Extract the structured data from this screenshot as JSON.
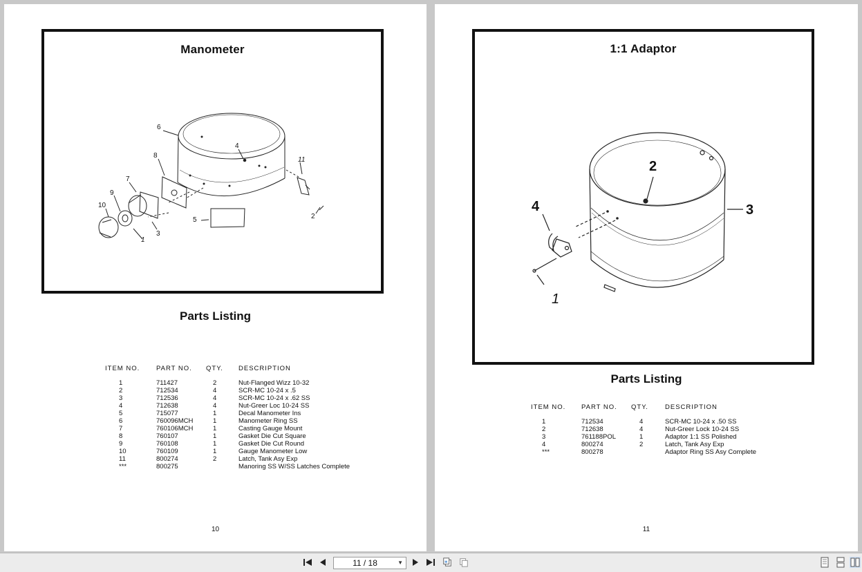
{
  "left_page": {
    "frame_title": "Manometer",
    "parts_title": "Parts Listing",
    "headers": [
      "ITEM NO.",
      "PART NO.",
      "QTY.",
      "DESCRIPTION"
    ],
    "rows": [
      {
        "item": "1",
        "part": "711427",
        "qty": "2",
        "desc": "Nut-Flanged Wizz 10-32"
      },
      {
        "item": "2",
        "part": "712534",
        "qty": "4",
        "desc": "SCR-MC 10-24 x .5"
      },
      {
        "item": "3",
        "part": "712536",
        "qty": "4",
        "desc": "SCR-MC 10-24 x .62 SS"
      },
      {
        "item": "4",
        "part": "712638",
        "qty": "4",
        "desc": "Nut-Greer Loc 10-24 SS"
      },
      {
        "item": "5",
        "part": "715077",
        "qty": "1",
        "desc": "Decal Manometer Ins"
      },
      {
        "item": "6",
        "part": "760096MCH",
        "qty": "1",
        "desc": "Manometer Ring SS"
      },
      {
        "item": "7",
        "part": "760106MCH",
        "qty": "1",
        "desc": "Casting Gauge Mount"
      },
      {
        "item": "8",
        "part": "760107",
        "qty": "1",
        "desc": "Gasket Die Cut Square"
      },
      {
        "item": "9",
        "part": "760108",
        "qty": "1",
        "desc": "Gasket Die Cut Round"
      },
      {
        "item": "10",
        "part": "760109",
        "qty": "1",
        "desc": "Gauge Manometer Low"
      },
      {
        "item": "11",
        "part": "800274",
        "qty": "2",
        "desc": "Latch, Tank Asy Exp"
      },
      {
        "item": "***",
        "part": "800275",
        "qty": "",
        "desc": "Manoring SS W/SS Latches Complete"
      }
    ],
    "page_number": "10",
    "callouts": {
      "c1": "1",
      "c2": "2",
      "c3": "3",
      "c4": "4",
      "c5": "5",
      "c6": "6",
      "c7": "7",
      "c8": "8",
      "c9": "9",
      "c10": "10",
      "c11": "11"
    }
  },
  "right_page": {
    "frame_title": "1:1 Adaptor",
    "parts_title": "Parts Listing",
    "headers": [
      "ITEM NO.",
      "PART NO.",
      "QTY.",
      "DESCRIPTION"
    ],
    "rows": [
      {
        "item": "1",
        "part": "712534",
        "qty": "4",
        "desc": "SCR-MC 10-24 x .50 SS"
      },
      {
        "item": "2",
        "part": "712638",
        "qty": "4",
        "desc": "Nut-Greer Lock 10-24 SS"
      },
      {
        "item": "3",
        "part": "761188POL",
        "qty": "1",
        "desc": "Adaptor 1:1 SS Polished"
      },
      {
        "item": "4",
        "part": "800274",
        "qty": "2",
        "desc": "Latch, Tank Asy Exp"
      },
      {
        "item": "***",
        "part": "800278",
        "qty": "",
        "desc": "Adaptor Ring SS Asy Complete"
      }
    ],
    "page_number": "11",
    "callouts": {
      "c1": "1",
      "c2": "2",
      "c3": "3",
      "c4": "4"
    }
  },
  "toolbar": {
    "page_indicator": "11 / 18",
    "icons": [
      "first-page-icon",
      "prev-page-icon",
      "next-page-icon",
      "last-page-icon",
      "back-view-icon",
      "forward-view-icon",
      "single-page-view-icon",
      "continuous-view-icon",
      "two-page-view-icon"
    ]
  }
}
